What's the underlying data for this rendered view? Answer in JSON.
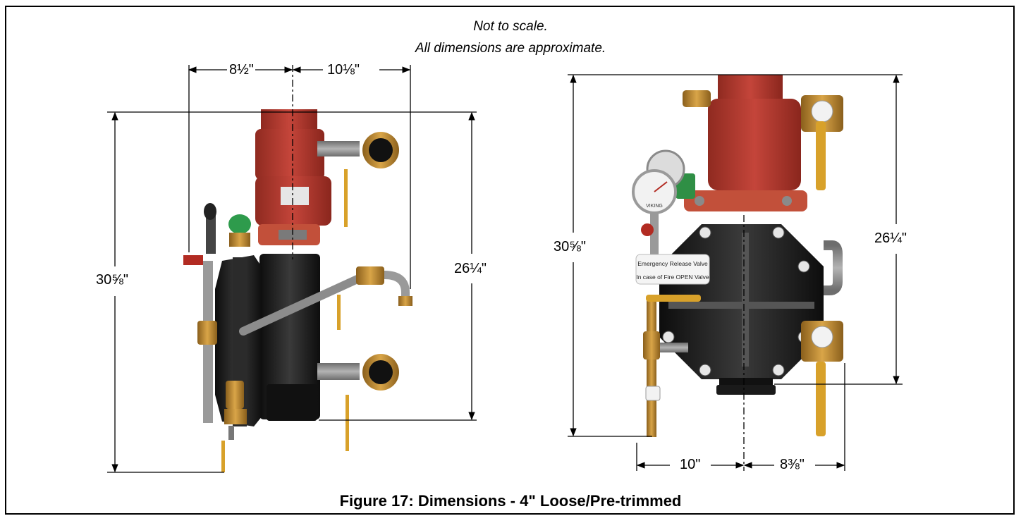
{
  "notes": {
    "line1": "Not to scale.",
    "line2": "All dimensions are approximate."
  },
  "left_view": {
    "width_left": "8½\"",
    "width_right": "10⅛\"",
    "overall_height": "30⅝\"",
    "body_height": "26¼\""
  },
  "right_view": {
    "overall_height": "30⅝\"",
    "body_height": "26¼\"",
    "width_left": "10\"",
    "width_right": "8⅜\""
  },
  "placard": {
    "line1": "Emergency Release Valve",
    "line2": "In case of Fire OPEN Valve"
  },
  "gauge_brand": "VIKING",
  "caption": "Figure 17: Dimensions - 4\" Loose/Pre-trimmed",
  "colors": {
    "valve_red": "#b5362a",
    "body_black": "#1c1c1c",
    "brass": "#b8862e",
    "handle_yellow": "#d8a12a",
    "pipe_gray": "#8c8c8c"
  }
}
